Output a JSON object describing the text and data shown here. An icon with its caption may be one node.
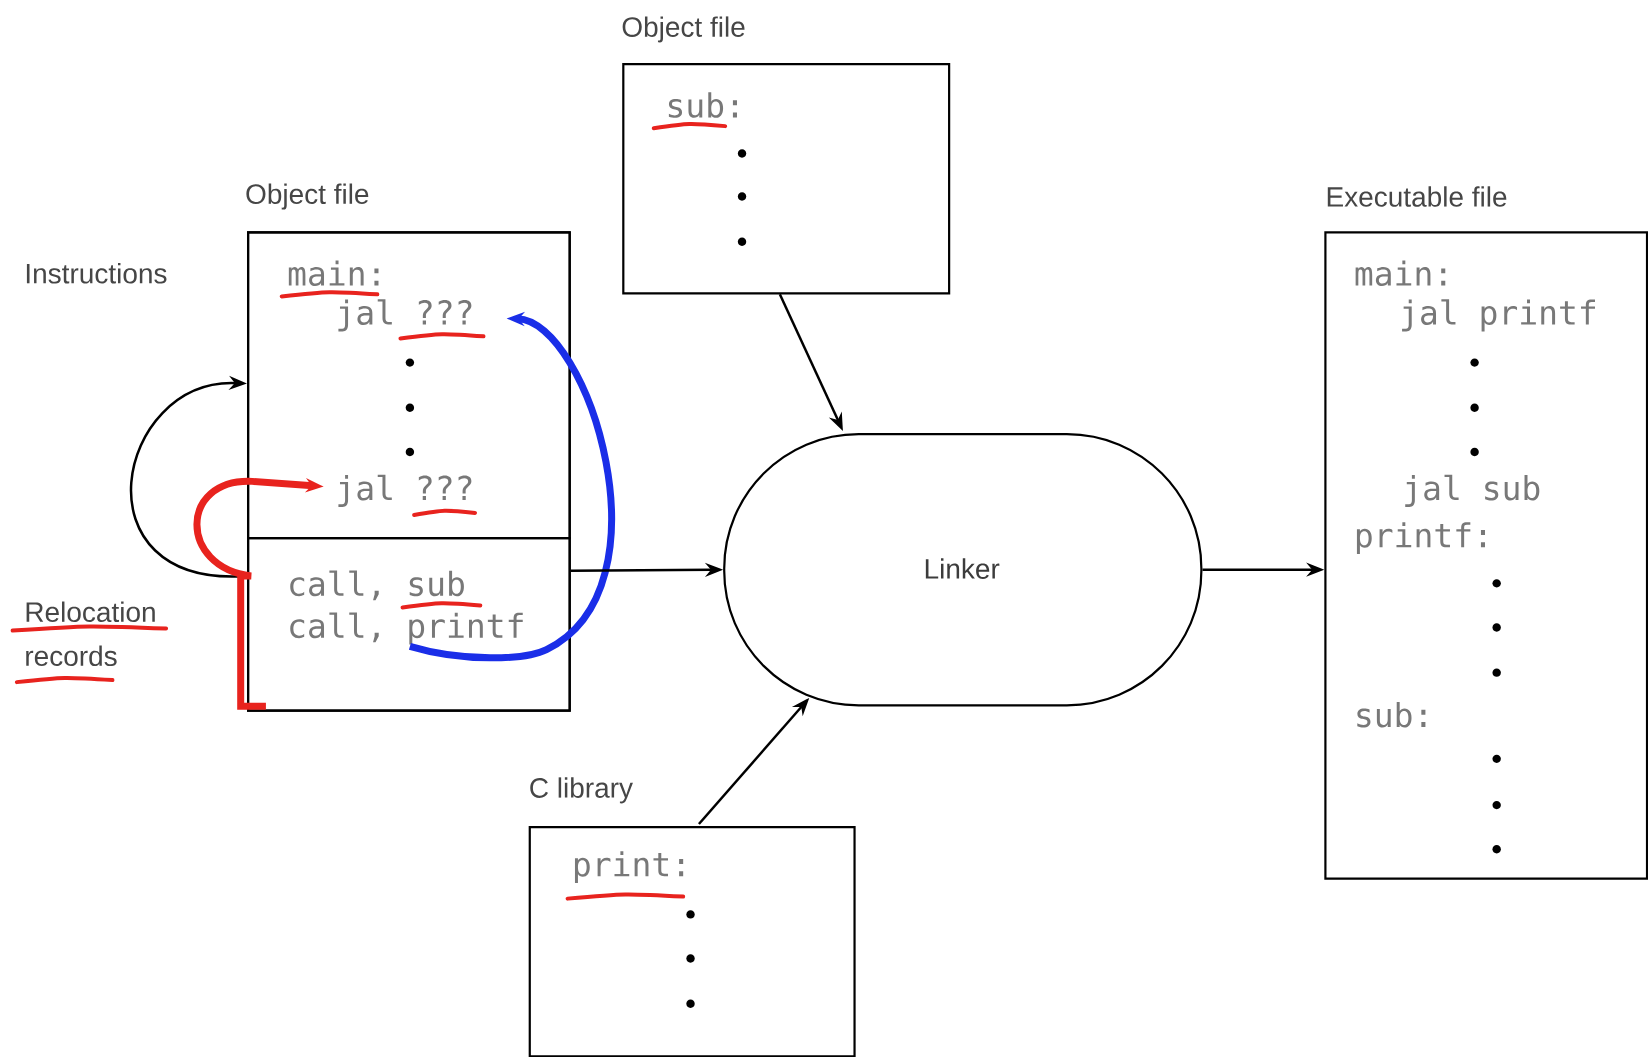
{
  "diagram": {
    "nodes": [
      {
        "text": [
          "Object file"
        ]
      },
      {
        "text": [
          "main:",
          "jal ???",
          "jal ???"
        ],
        "in": 0
      },
      {
        "text": [
          "call, sub",
          "call, printf"
        ],
        "in": 0
      },
      {
        "text": [
          "Object file",
          "sub:"
        ]
      },
      {
        "text": [
          "Linker"
        ]
      },
      {
        "text": [
          "C library",
          "print:"
        ]
      },
      {
        "text": [
          "Executable file",
          "main:",
          "jal printf",
          "jal sub",
          "printf:",
          "sub:"
        ]
      }
    ],
    "edges": [
      {
        "from": 2,
        "to": 1,
        "arrow": "to"
      },
      {
        "from": 2,
        "to": 1,
        "arrow": "to",
        "style": "thick",
        "color": "#e8231e"
      },
      {
        "from": 2,
        "to": 1,
        "arrow": "to",
        "style": "thick",
        "color": "#1a2ee8"
      },
      {
        "from": 0,
        "to": 4,
        "arrow": "to"
      },
      {
        "from": 3,
        "to": 4,
        "arrow": "to"
      },
      {
        "from": 5,
        "to": 4,
        "arrow": "to"
      },
      {
        "from": 4,
        "to": 6,
        "arrow": "to"
      }
    ],
    "labels": [
      "Instructions",
      "Relocation records"
    ]
  }
}
